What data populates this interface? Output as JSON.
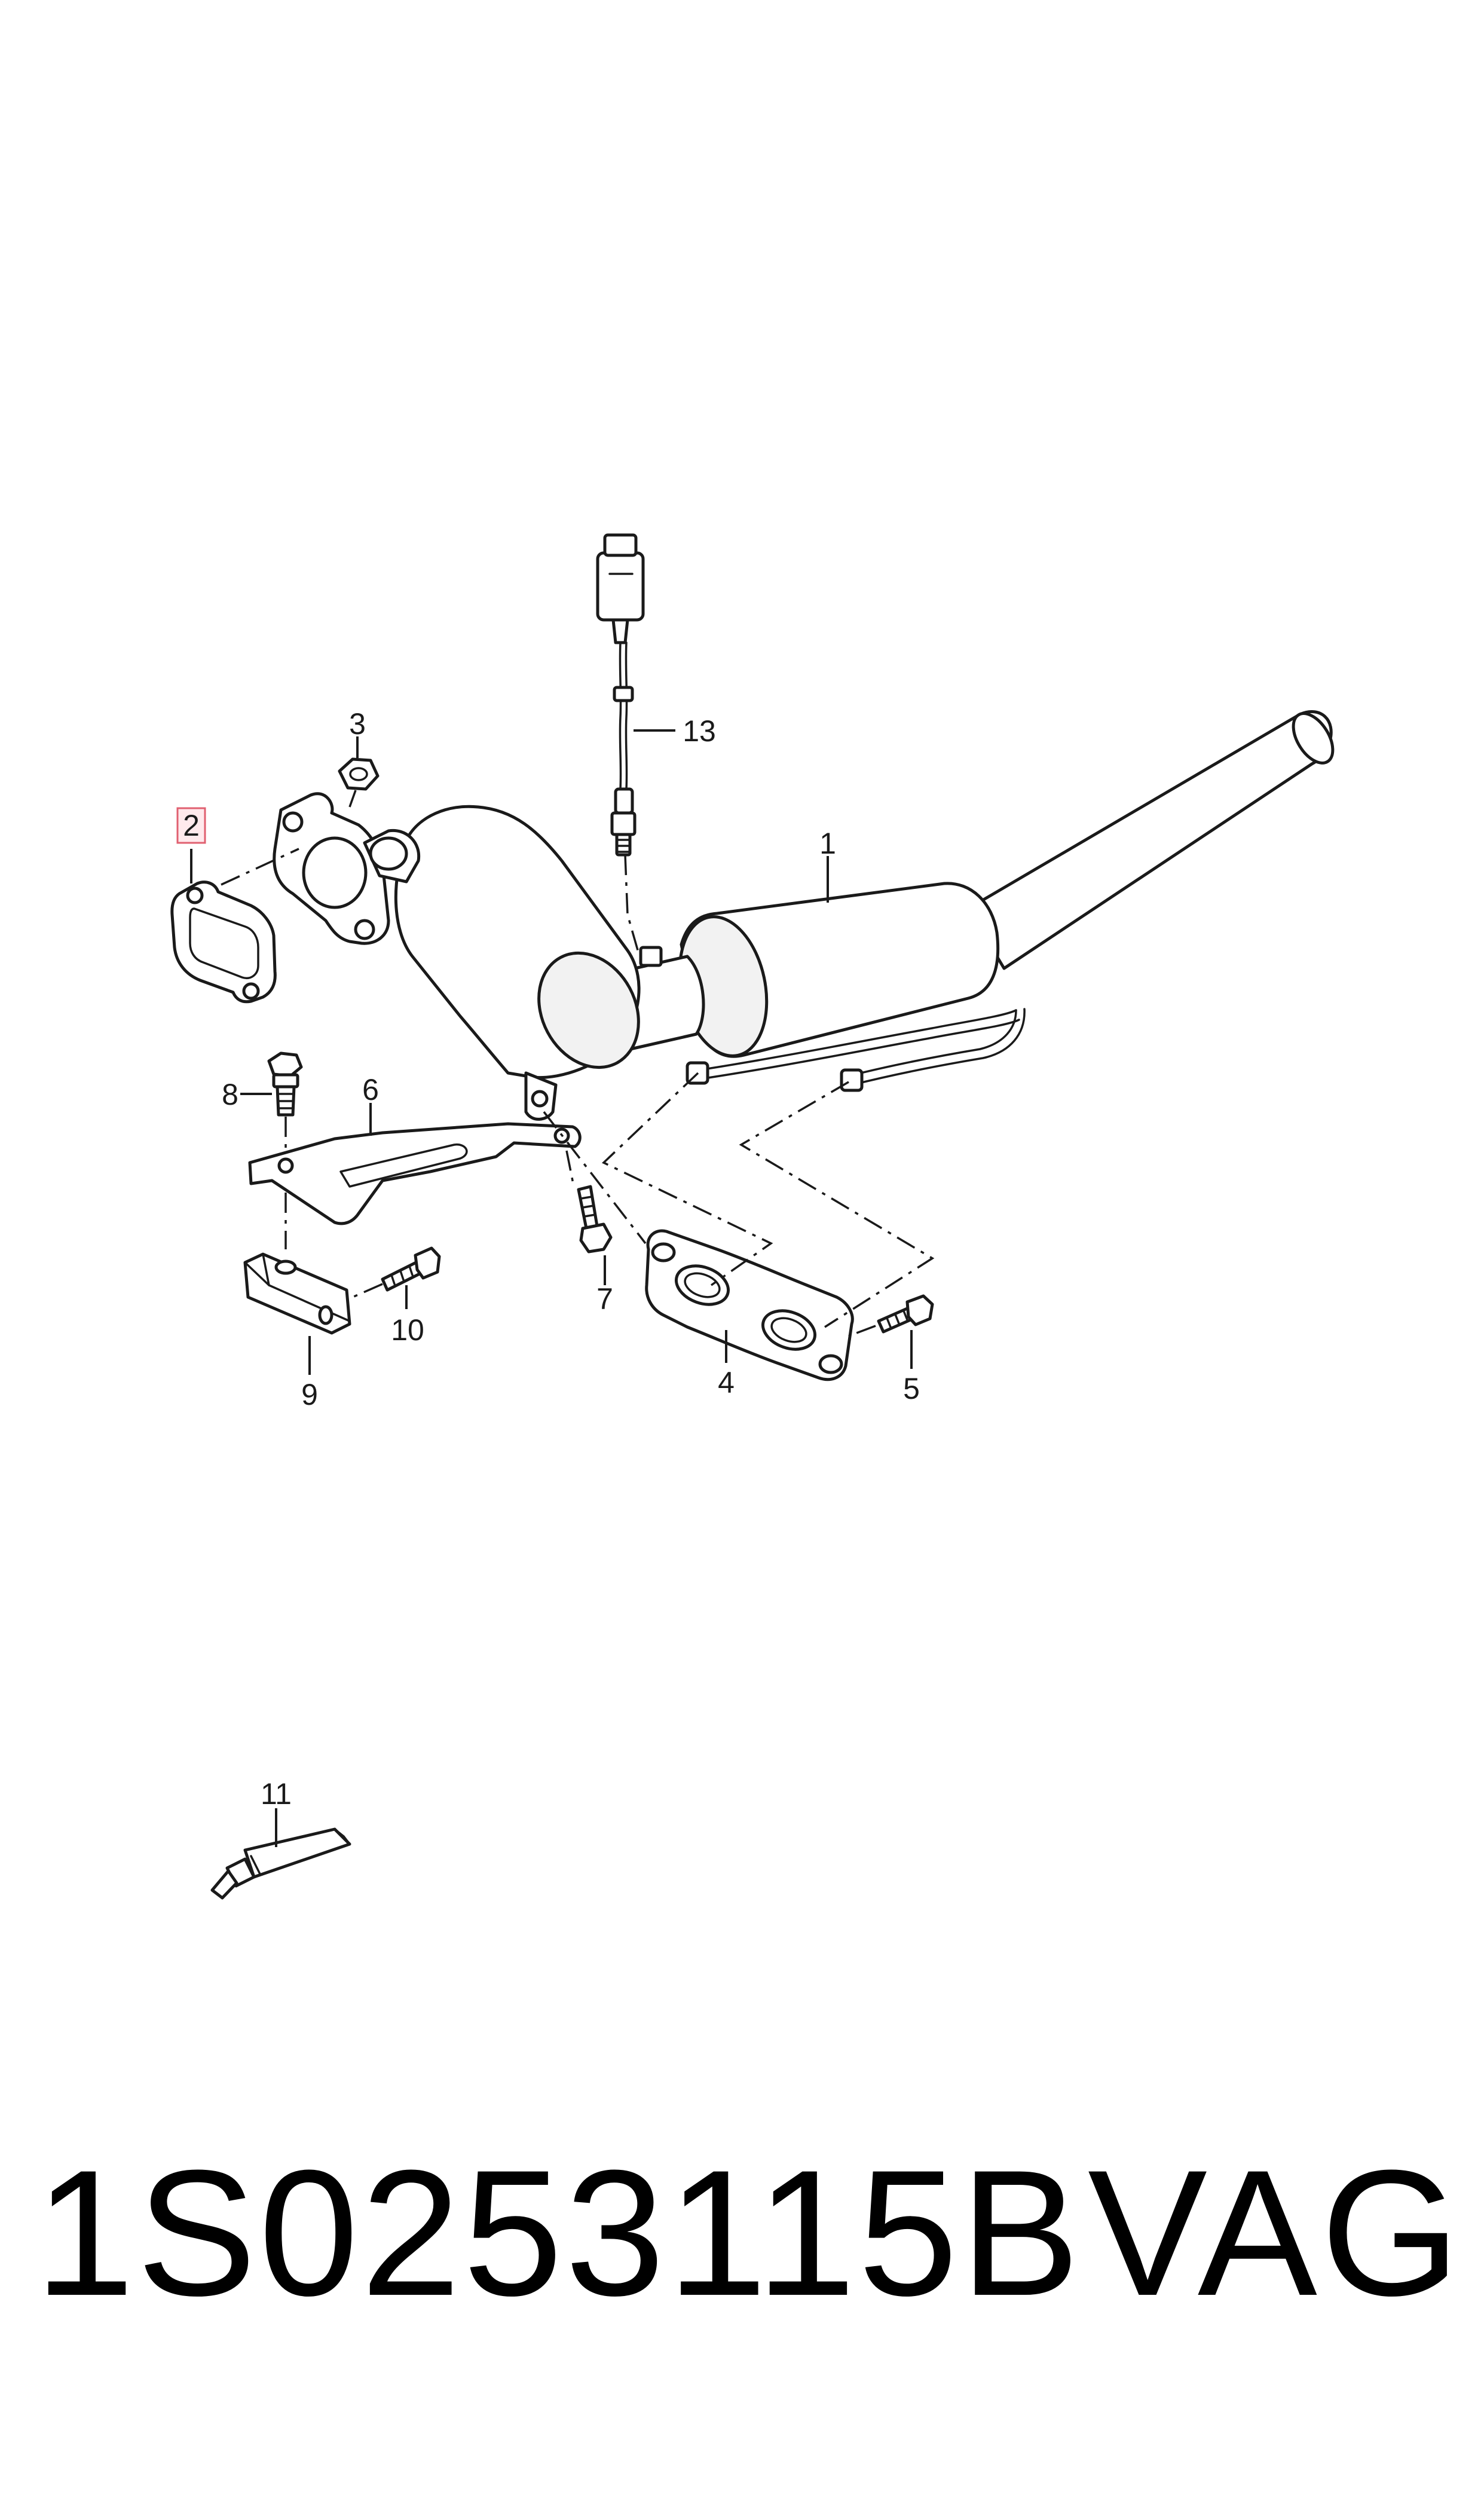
{
  "diagram": {
    "callouts": {
      "c1": "1",
      "c2": "2",
      "c3": "3",
      "c4": "4",
      "c5": "5",
      "c6": "6",
      "c7": "7",
      "c8": "8",
      "c9": "9",
      "c10": "10",
      "c11": "11",
      "c13": "13"
    },
    "highlighted_callout": "2",
    "highlight_color": "#e06070"
  },
  "footer": {
    "part_number": "1S0253115B",
    "brand": "VAG"
  }
}
